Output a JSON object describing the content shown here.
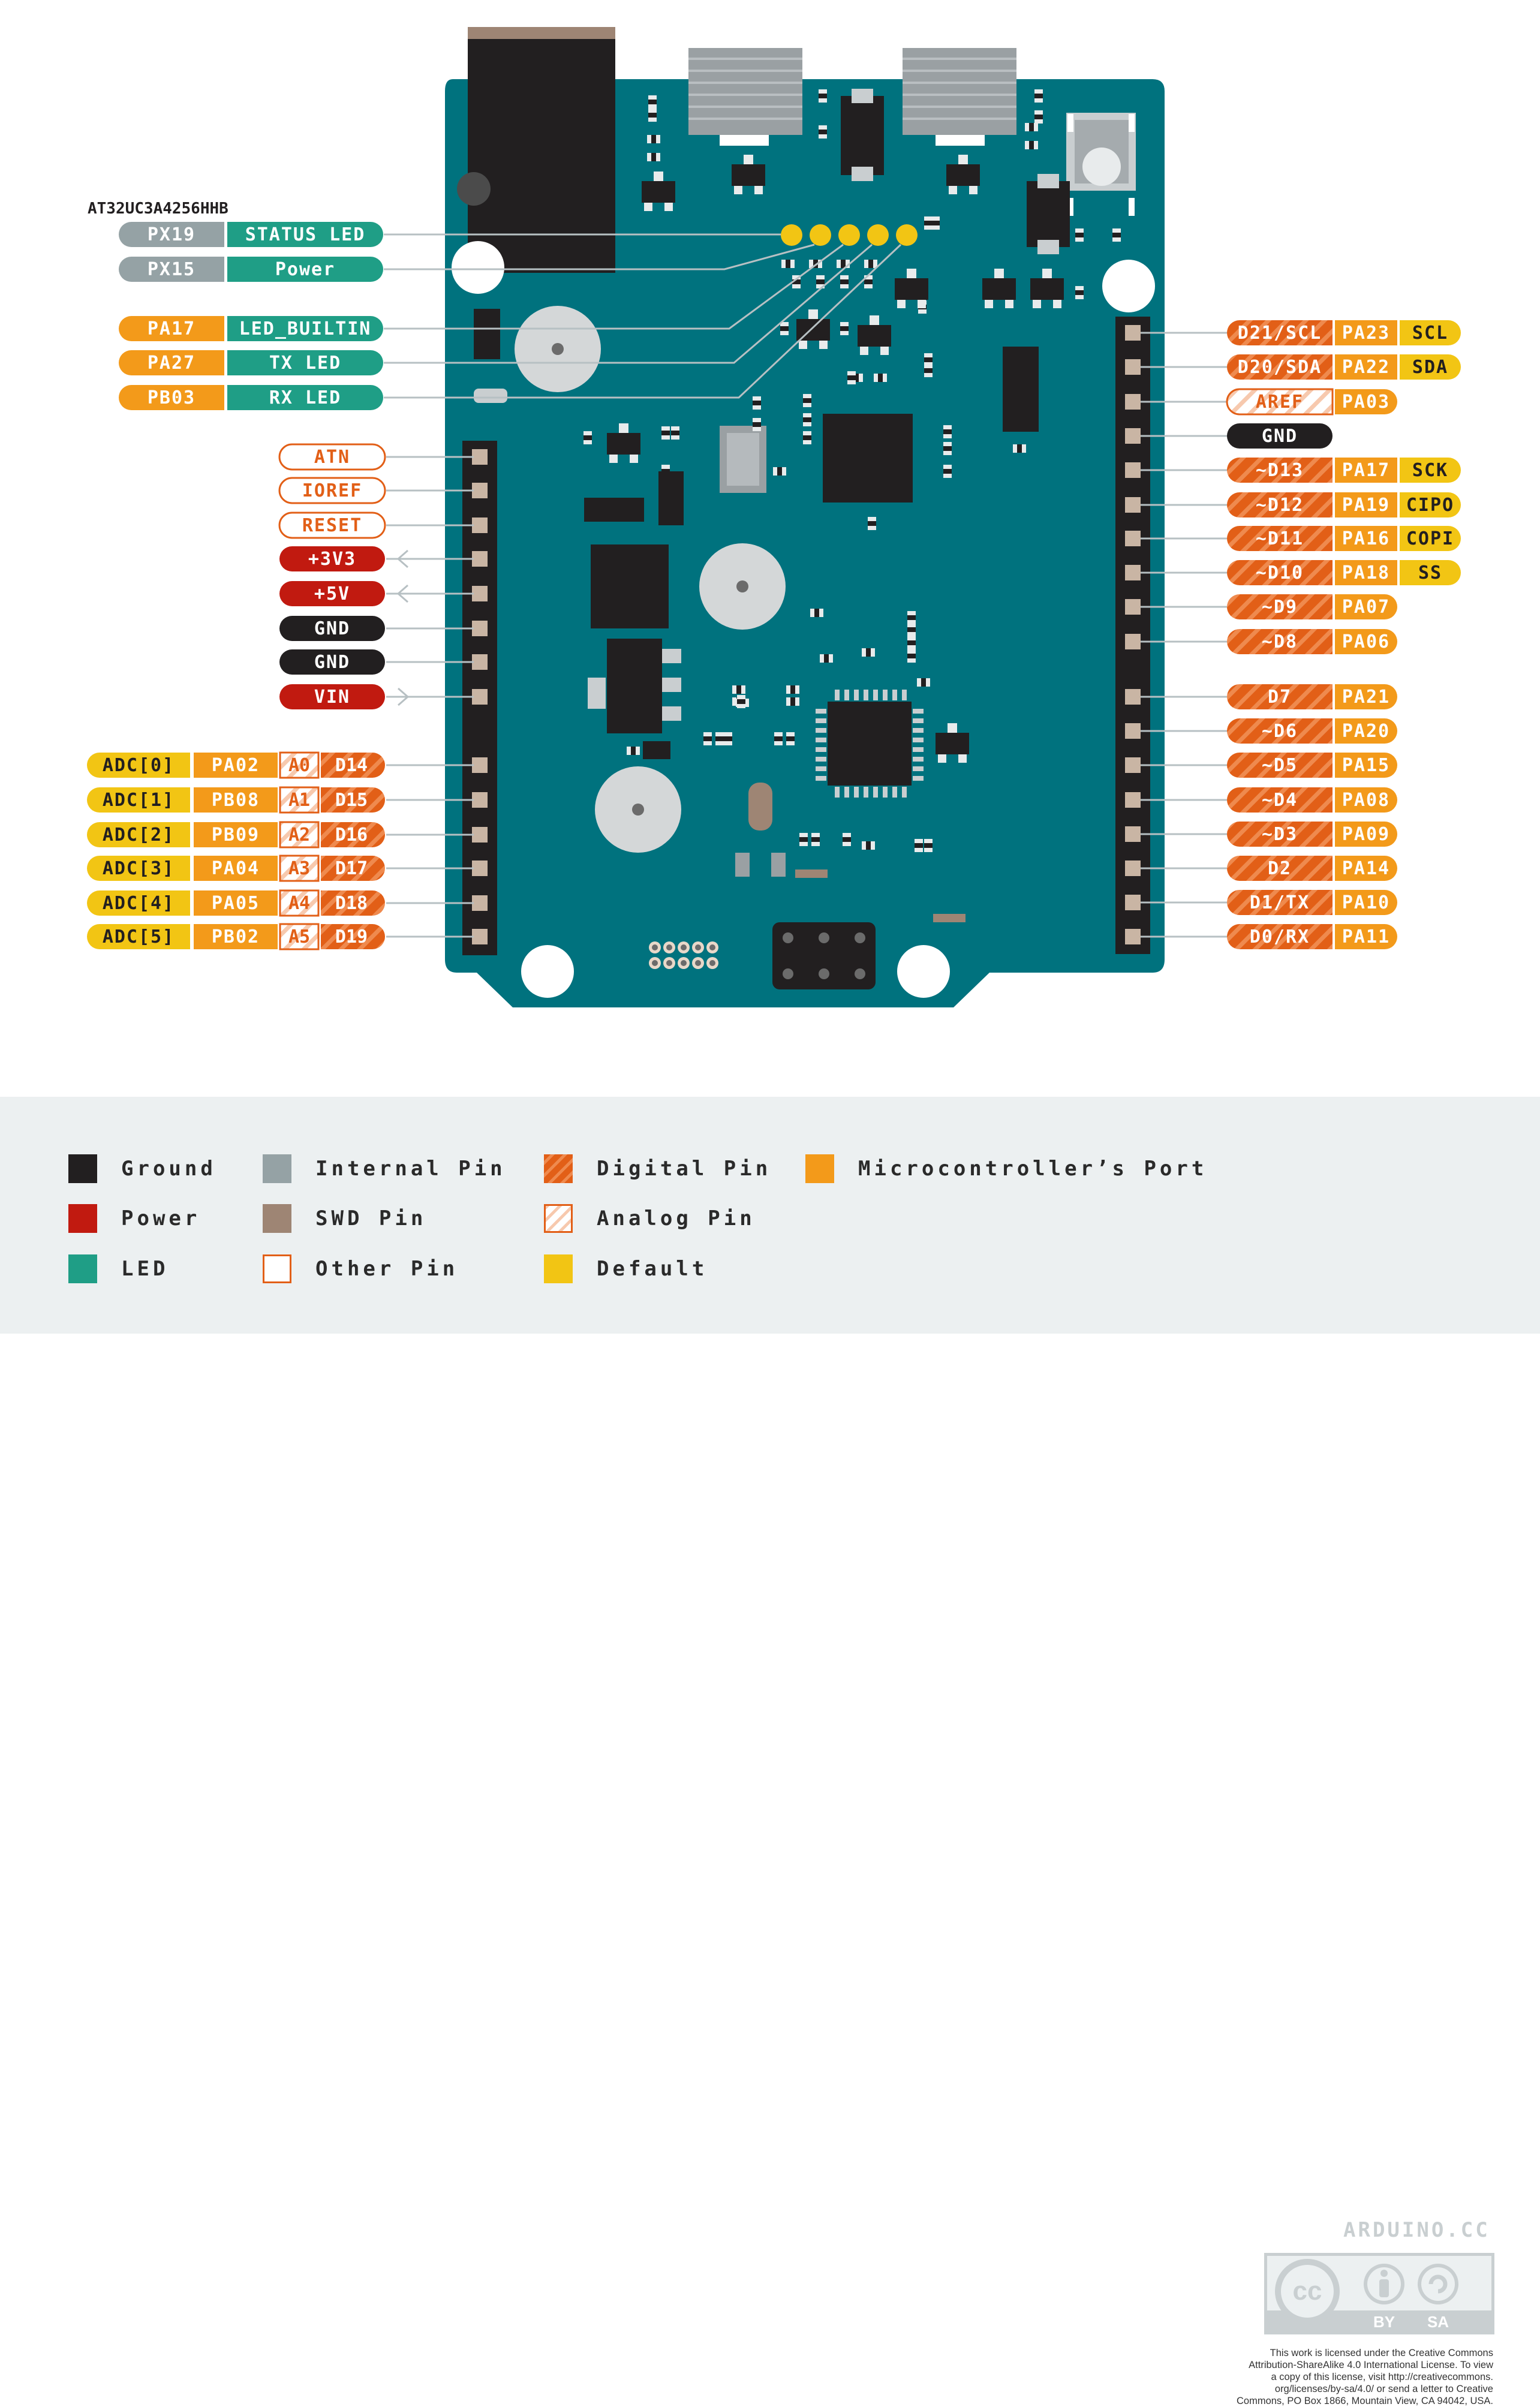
{
  "chip_label": "AT32UC3A4256HHB",
  "colors": {
    "ground": "#221f20",
    "power": "#c11a10",
    "led": "#1f9e86",
    "internal": "#95a2a5",
    "swd": "#9e8574",
    "digital": "#e25f17",
    "port": "#f39a1a",
    "default": "#f2c514",
    "board": "#00727e",
    "analog_text": "#e25f17"
  },
  "left_top_pins": [
    {
      "port": "PX19",
      "port_type": "internal",
      "label": "STATUS LED"
    },
    {
      "port": "PX15",
      "port_type": "internal",
      "label": "Power"
    },
    {
      "port": "PA17",
      "port_type": "port",
      "label": "LED_BUILTIN"
    },
    {
      "port": "PA27",
      "port_type": "port",
      "label": "TX LED"
    },
    {
      "port": "PB03",
      "port_type": "port",
      "label": "RX LED"
    }
  ],
  "left_power_pins": [
    {
      "label": "ATN",
      "type": "other",
      "arrow": false
    },
    {
      "label": "IOREF",
      "type": "other",
      "arrow": false
    },
    {
      "label": "RESET",
      "type": "other",
      "arrow": false
    },
    {
      "label": "+3V3",
      "type": "power",
      "arrow": "out"
    },
    {
      "label": "+5V",
      "type": "power",
      "arrow": "out"
    },
    {
      "label": "GND",
      "type": "ground",
      "arrow": false
    },
    {
      "label": "GND",
      "type": "ground",
      "arrow": false
    },
    {
      "label": "VIN",
      "type": "power",
      "arrow": "in"
    }
  ],
  "left_analog_pins": [
    {
      "adc": "ADC[0]",
      "port": "PA02",
      "analog": "A0",
      "digital": "D14"
    },
    {
      "adc": "ADC[1]",
      "port": "PB08",
      "analog": "A1",
      "digital": "D15"
    },
    {
      "adc": "ADC[2]",
      "port": "PB09",
      "analog": "A2",
      "digital": "D16"
    },
    {
      "adc": "ADC[3]",
      "port": "PA04",
      "analog": "A3",
      "digital": "D17"
    },
    {
      "adc": "ADC[4]",
      "port": "PA05",
      "analog": "A4",
      "digital": "D18"
    },
    {
      "adc": "ADC[5]",
      "port": "PB02",
      "analog": "A5",
      "digital": "D19"
    }
  ],
  "right_top_pins": [
    {
      "pin": "D21/SCL",
      "pin_type": "digital",
      "port": "PA23",
      "extra": "SCL"
    },
    {
      "pin": "D20/SDA",
      "pin_type": "digital",
      "port": "PA22",
      "extra": "SDA"
    },
    {
      "pin": "AREF",
      "pin_type": "analog",
      "port": "PA03",
      "extra": ""
    },
    {
      "pin": "GND",
      "pin_type": "ground",
      "port": "",
      "extra": ""
    },
    {
      "pin": "~D13",
      "pin_type": "digital",
      "port": "PA17",
      "extra": "SCK"
    },
    {
      "pin": "~D12",
      "pin_type": "digital",
      "port": "PA19",
      "extra": "CIPO"
    },
    {
      "pin": "~D11",
      "pin_type": "digital",
      "port": "PA16",
      "extra": "COPI"
    },
    {
      "pin": "~D10",
      "pin_type": "digital",
      "port": "PA18",
      "extra": "SS"
    },
    {
      "pin": "~D9",
      "pin_type": "digital",
      "port": "PA07",
      "extra": ""
    },
    {
      "pin": "~D8",
      "pin_type": "digital",
      "port": "PA06",
      "extra": ""
    }
  ],
  "right_bottom_pins": [
    {
      "pin": "D7",
      "port": "PA21"
    },
    {
      "pin": "~D6",
      "port": "PA20"
    },
    {
      "pin": "~D5",
      "port": "PA15"
    },
    {
      "pin": "~D4",
      "port": "PA08"
    },
    {
      "pin": "~D3",
      "port": "PA09"
    },
    {
      "pin": "D2",
      "port": "PA14"
    },
    {
      "pin": "D1/TX",
      "port": "PA10"
    },
    {
      "pin": "D0/RX",
      "port": "PA11"
    }
  ],
  "legend": [
    {
      "label": "Ground",
      "swatch": "ground"
    },
    {
      "label": "Power",
      "swatch": "power"
    },
    {
      "label": "LED",
      "swatch": "led"
    },
    {
      "label": "Internal Pin",
      "swatch": "internal"
    },
    {
      "label": "SWD Pin",
      "swatch": "swd"
    },
    {
      "label": "Other Pin",
      "swatch": "other"
    },
    {
      "label": "Digital Pin",
      "swatch": "digital"
    },
    {
      "label": "Analog Pin",
      "swatch": "analog"
    },
    {
      "label": "Default",
      "swatch": "default"
    },
    {
      "label": "Microcontroller’s Port",
      "swatch": "port"
    }
  ],
  "brand": "ARDUINO.CC",
  "cc_badge": {
    "by": "BY",
    "sa": "SA",
    "cc": "cc"
  },
  "license_lines": [
    "This work is licensed under the Creative Commons",
    "Attribution-ShareAlike 4.0 International License. To view",
    "a copy of this license, visit http://creativecommons.",
    "org/licenses/by-sa/4.0/ or send a letter to Creative",
    "Commons, PO Box 1866, Mountain View, CA 94042, USA."
  ]
}
